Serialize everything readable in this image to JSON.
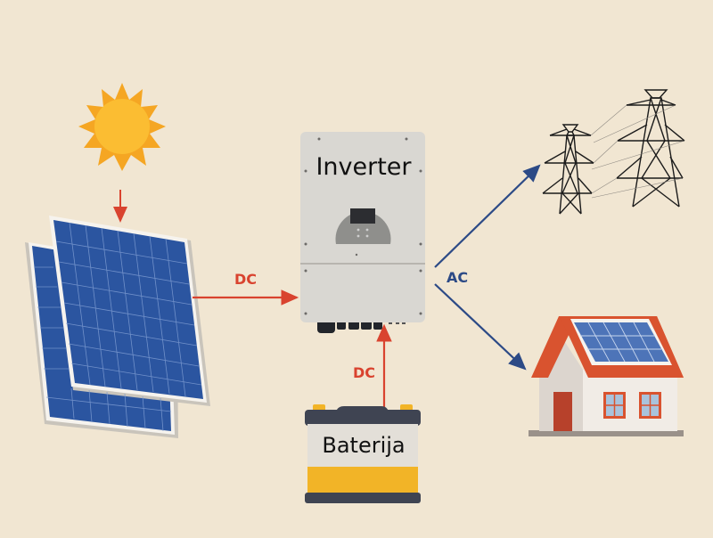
{
  "diagram": {
    "nodes": {
      "sun": {
        "name": "sun"
      },
      "solar_panels": {
        "name": "solar panels"
      },
      "inverter": {
        "label": "Inverter"
      },
      "battery": {
        "label": "Baterija"
      },
      "grid": {
        "name": "power transmission towers"
      },
      "house": {
        "name": "house with rooftop solar"
      }
    },
    "edges": [
      {
        "from": "sun",
        "to": "solar_panels",
        "label": ""
      },
      {
        "from": "solar_panels",
        "to": "inverter",
        "label": "DC"
      },
      {
        "from": "battery",
        "to": "inverter",
        "label": "DC"
      },
      {
        "from": "inverter",
        "to": "grid",
        "label": "AC"
      },
      {
        "from": "inverter",
        "to": "house",
        "label": ""
      }
    ],
    "labels": {
      "dc_panels": "DC",
      "dc_battery": "DC",
      "ac": "AC"
    },
    "colors": {
      "background": "#f1e6d2",
      "dc_arrow": "#d9432f",
      "ac_arrow": "#2c4a86",
      "sun_rays": "#f5a623",
      "sun_core": "#fbbd32",
      "panel_blue": "#2b55a0",
      "battery_yellow": "#f2b427",
      "battery_dark": "#3f4452",
      "roof_red": "#d9532f"
    }
  }
}
